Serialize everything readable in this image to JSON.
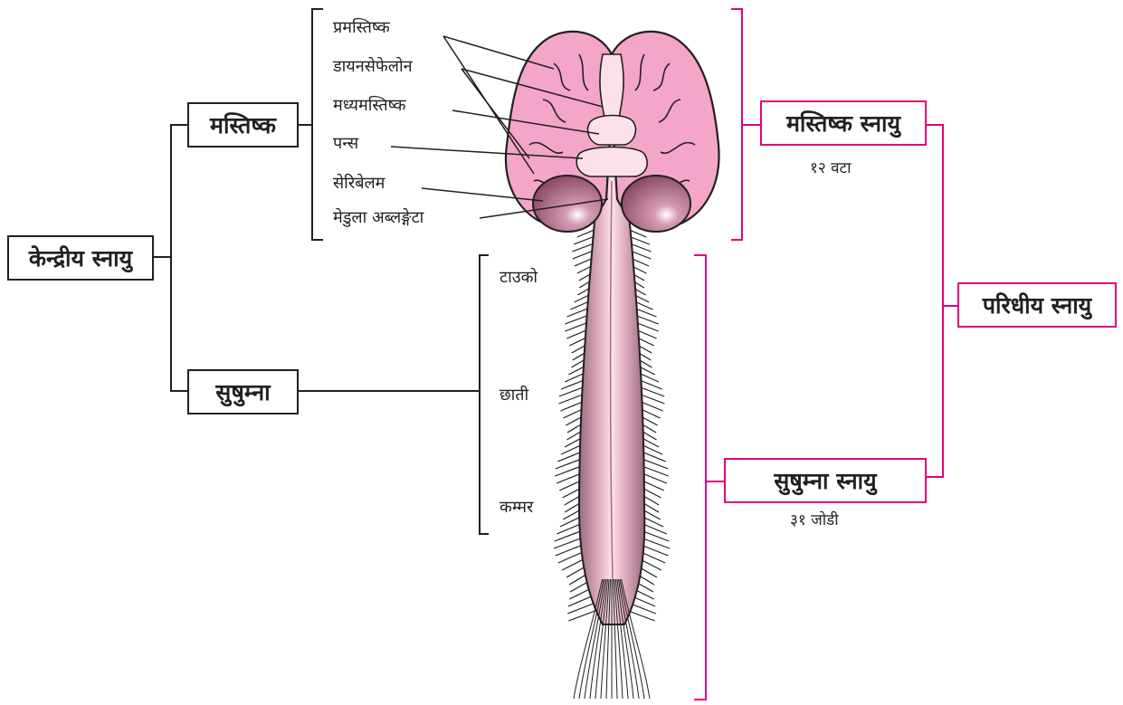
{
  "central_nervous_system": {
    "title": "केन्द्रीय स्नायु",
    "brain": {
      "title": "मस्तिष्क",
      "parts": [
        "प्रमस्तिष्क",
        "डायनसेफेलोन",
        "मध्यमस्तिष्क",
        "पन्स",
        "सेरिबेलम",
        "मेडुला अब्लङ्गेटा"
      ]
    },
    "spinal_cord": {
      "title": "सुषुम्ना",
      "regions": [
        "टाउको",
        "छाती",
        "कम्मर"
      ]
    }
  },
  "peripheral_nervous_system": {
    "title": "परिधीय स्नायु",
    "cranial_nerves": {
      "title": "मस्तिष्क स्नायु",
      "count": "१२ वटा"
    },
    "spinal_nerves": {
      "title": "सुषुम्ना स्नायु",
      "count": "३१ जोडी"
    }
  },
  "colors": {
    "line": "#231f20",
    "accent": "#e2007a",
    "brain_pink": "#f3a6c8",
    "brain_outline": "#231f20",
    "cerebellum": "#b0708a",
    "cord": "#f7c6d6"
  }
}
